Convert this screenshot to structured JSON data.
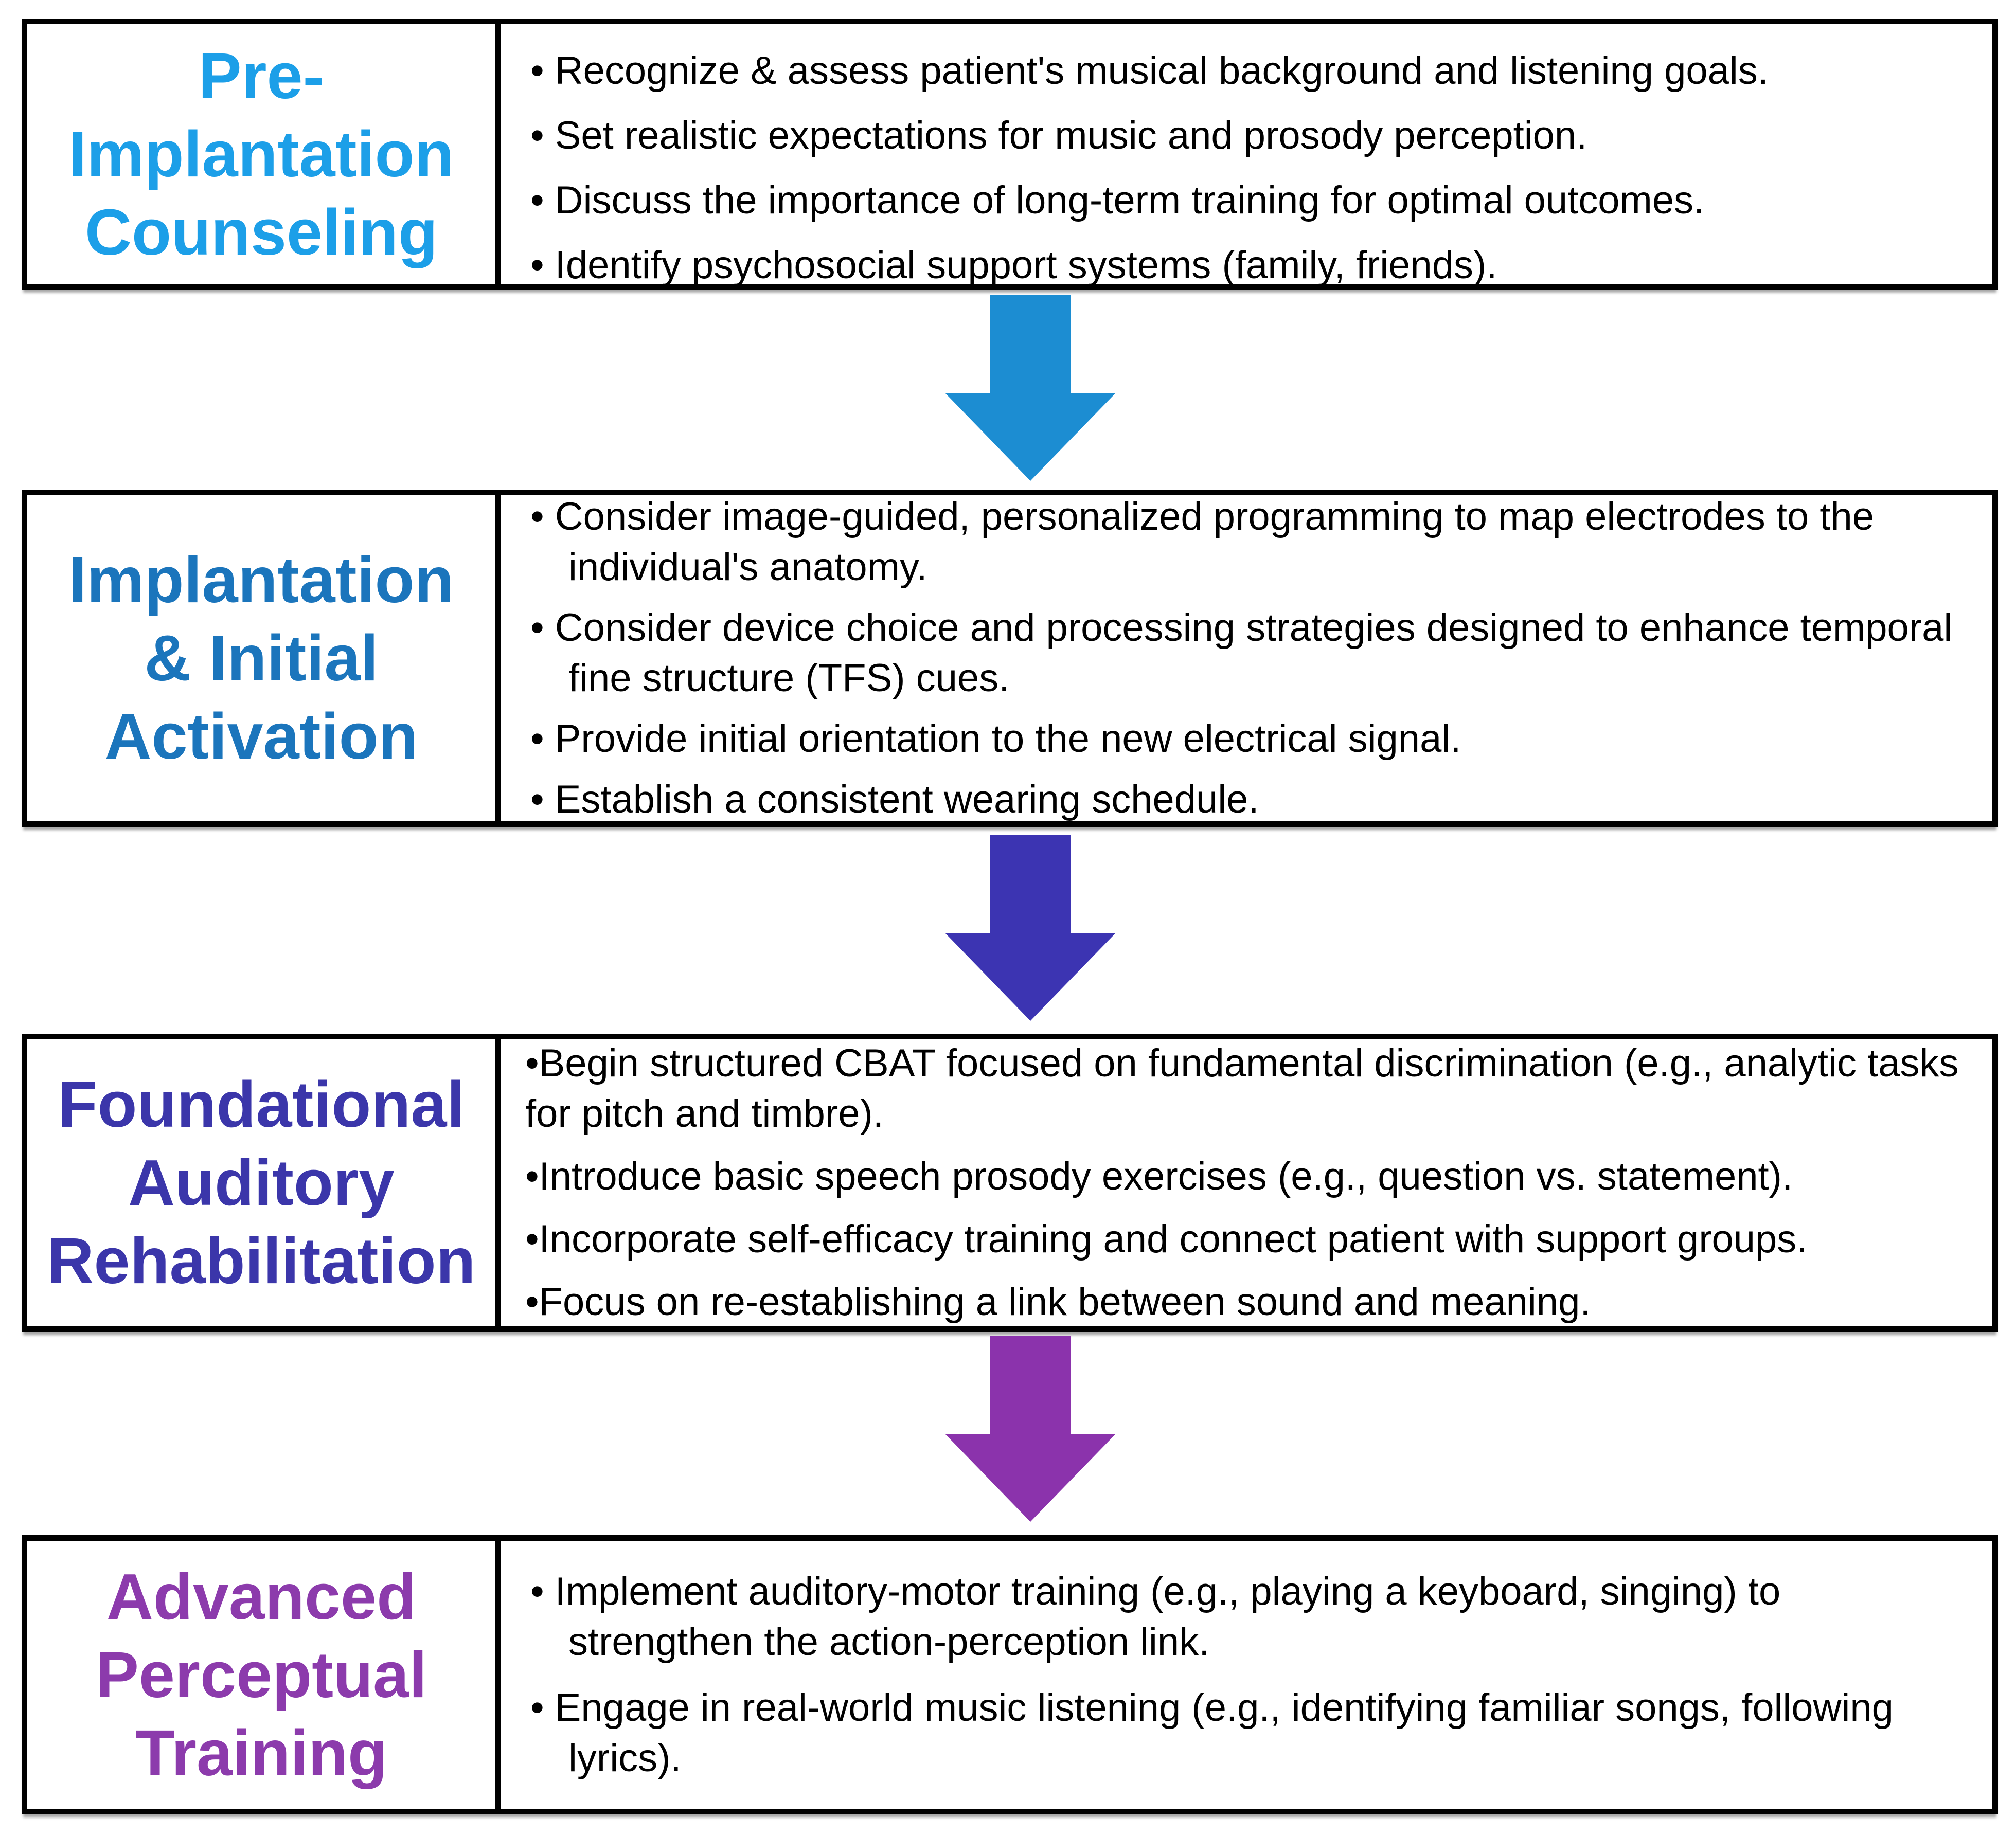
{
  "figure": {
    "background": "#ffffff",
    "border_color": "#000000",
    "text_color": "#000000"
  },
  "stages": [
    {
      "title": "Pre-\nImplantation\nCounseling",
      "title_color": "#1C9FE8",
      "bullets": [
        "• Recognize & assess patient's musical background and listening goals.",
        "• Set realistic expectations for music and prosody perception.",
        "• Discuss the importance of long-term training for optimal outcomes.",
        "• Identify psychosocial support systems (family, friends)."
      ]
    },
    {
      "title": "Implantation\n& Initial\nActivation",
      "title_color": "#1B75BC",
      "bullets": [
        "• Consider image-guided, personalized programming to map electrodes to the individual's anatomy.",
        "• Consider device choice and processing strategies designed to enhance temporal fine structure (TFS) cues.",
        "• Provide initial orientation to the new electrical signal.",
        "• Establish a consistent wearing schedule."
      ]
    },
    {
      "title": "Foundational\nAuditory\nRehabilitation",
      "title_color": "#3B36AA",
      "bullets": [
        "•Begin structured CBAT focused on fundamental discrimination (e.g., analytic tasks for pitch and timbre).",
        "•Introduce basic speech prosody exercises (e.g., question vs. statement).",
        "•Incorporate self-efficacy training and connect patient with support groups.",
        "•Focus on re-establishing a link between sound and meaning."
      ]
    },
    {
      "title": "Advanced\nPerceptual\nTraining",
      "title_color": "#8C3BAC",
      "bullets": [
        "• Implement auditory-motor training (e.g., playing a keyboard, singing) to strengthen the action-perception link.",
        "• Engage in real-world music listening (e.g., identifying familiar songs, following lyrics)."
      ]
    }
  ],
  "arrows": [
    {
      "name": "arrow-1",
      "color": "#1C8DD2"
    },
    {
      "name": "arrow-2",
      "color": "#3C34B2"
    },
    {
      "name": "arrow-3",
      "color": "#8B33AC"
    }
  ]
}
